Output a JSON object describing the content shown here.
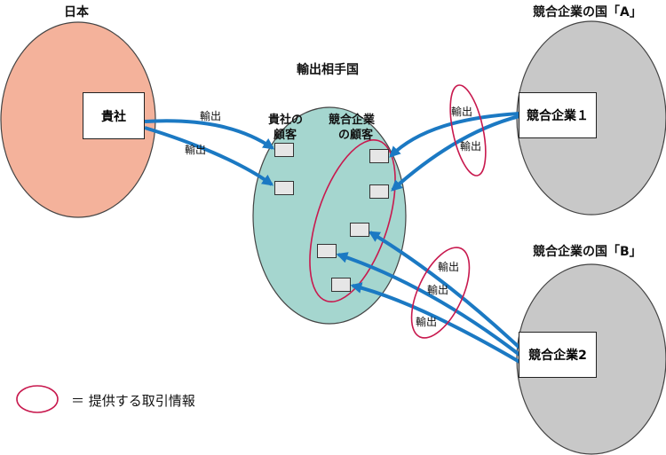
{
  "regions": {
    "japan": {
      "title": "日本",
      "company": "貴社"
    },
    "market": {
      "title": "輸出相手国",
      "own_customers": [
        "貴社の",
        "顧客"
      ],
      "competitor_customers": [
        "競合企業",
        "の顧客"
      ]
    },
    "country_a": {
      "title": "競合企業の国「A」",
      "company": "競合企業１"
    },
    "country_b": {
      "title": "競合企業の国「B」",
      "company": "競合企業2"
    }
  },
  "arrow_label": "輸出",
  "legend": {
    "text": "＝ 提供する取引情報"
  },
  "colors": {
    "japan": "#f4b29b",
    "market": "#a5d6cf",
    "country": "#c8c8c8",
    "arrow": "#1b79c3",
    "highlight": "#c8194e"
  }
}
